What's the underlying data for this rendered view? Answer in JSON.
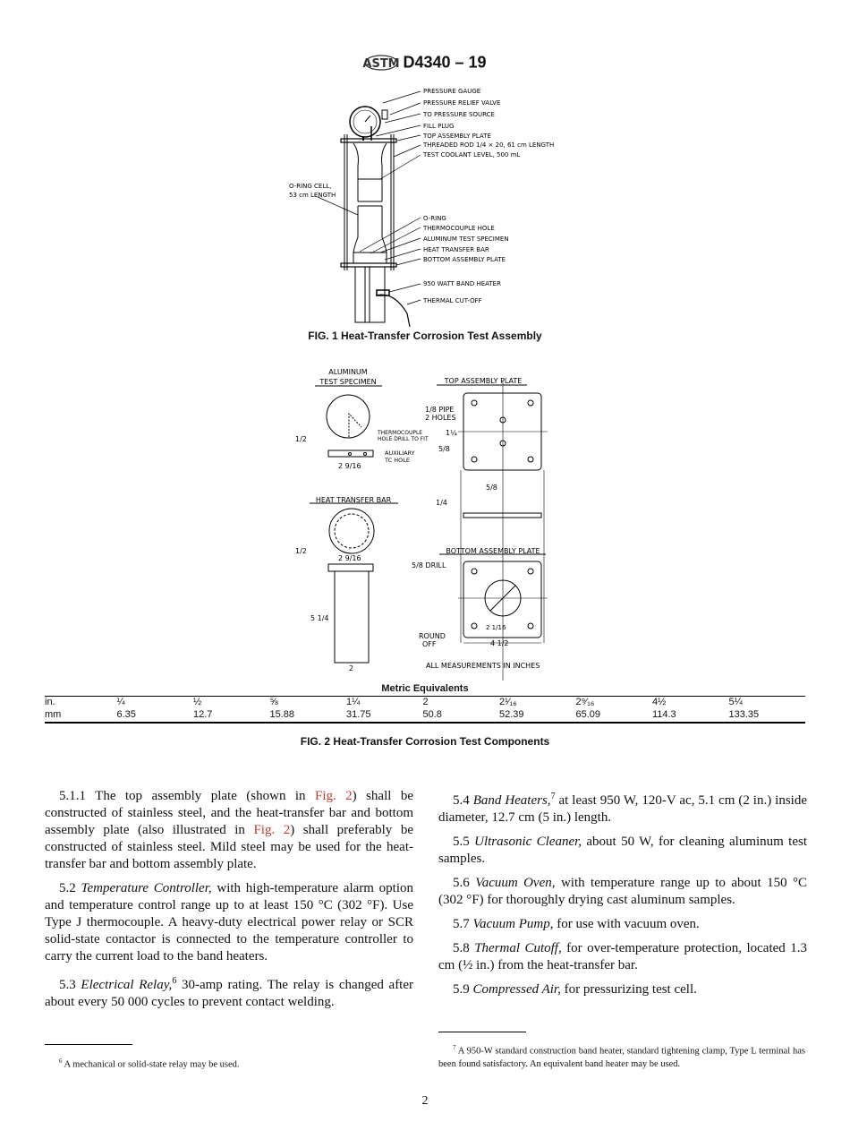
{
  "header": {
    "logo": "ASTM",
    "designation": "D4340 – 19"
  },
  "fig1": {
    "caption": "FIG. 1  Heat-Transfer Corrosion Test Assembly",
    "labels": [
      "PRESSURE GAUGE",
      "PRESSURE RELIEF VALVE",
      "TO PRESSURE SOURCE",
      "FILL PLUG",
      "TOP ASSEMBLY PLATE",
      "THREADED ROD 1/4 × 20, 61 cm LENGTH",
      "TEST COOLANT LEVEL, 500 mL",
      "O-RING",
      "THERMOCOUPLE HOLE",
      "ALUMINUM TEST SPECIMEN",
      "HEAT TRANSFER BAR",
      "BOTTOM ASSEMBLY PLATE",
      "950 WATT BAND HEATER",
      "THERMAL CUT-OFF"
    ],
    "cell_label": [
      "O-RING CELL,",
      "53 cm LENGTH"
    ]
  },
  "fig2": {
    "caption": "FIG. 2  Heat-Transfer Corrosion Test Components",
    "specimen_title": [
      "ALUMINUM",
      "TEST SPECIMEN"
    ],
    "tc_hole": [
      "THERMOCOUPLE",
      "HOLE DRILL TO FIT"
    ],
    "aux_hole": [
      "AUXILIARY",
      "TC HOLE"
    ],
    "dim_half": "1/2",
    "dim_2916": "2 9/16",
    "bar_title": "HEAT TRANSFER BAR",
    "dim_514": "5 1/4",
    "dim_2": "2",
    "top_plate_title": "TOP ASSEMBLY PLATE",
    "pipe": [
      "1/8 PIPE",
      "2 HOLES"
    ],
    "dim_114": "1¼",
    "dim_58": "5/8",
    "dim_14": "1/4",
    "bottom_plate_title": "BOTTOM ASSEMBLY PLATE",
    "drill": "5/8 DRILL",
    "dim_2116": "2 1/16",
    "round_off": [
      "ROUND",
      "OFF"
    ],
    "dim_412": "4 1/2",
    "note": "ALL MEASUREMENTS IN INCHES"
  },
  "metric": {
    "title": "Metric Equivalents",
    "rows": [
      [
        "in.",
        "¼",
        "½",
        "⅝",
        "1¼",
        "2",
        "2¹⁄₁₆",
        "2⁹⁄₁₆",
        "4½",
        "5¼"
      ],
      [
        "mm",
        "6.35",
        "12.7",
        "15.88",
        "31.75",
        "50.8",
        "52.39",
        "65.09",
        "114.3",
        "133.35"
      ]
    ]
  },
  "left_col": {
    "p1": {
      "a": "5.1.1 The top assembly plate (shown in ",
      "r1": "Fig. 2",
      "b": ") shall be constructed of stainless steel, and the heat-transfer bar and bottom assembly plate (also illustrated in ",
      "r2": "Fig. 2",
      "c": ") shall preferably be constructed of stainless steel. Mild steel may be used for the heat-transfer bar and bottom assembly plate."
    },
    "p2": {
      "num": "5.2 ",
      "term": "Temperature Controller,",
      "text": " with high-temperature alarm option and temperature control range up to at least 150 °C (302 °F). Use Type J thermocouple. A heavy-duty electrical power relay or SCR solid-state contactor is connected to the temperature controller to carry the current load to the band heaters."
    },
    "p3": {
      "num": "5.3 ",
      "term": "Electrical Relay,",
      "sup": "6",
      "text": " 30-amp rating. The relay is changed after about every 50 000 cycles to prevent contact welding."
    },
    "footnote": {
      "sup": "6",
      "text": " A mechanical or solid-state relay may be used."
    }
  },
  "right_col": {
    "p4": {
      "num": "5.4 ",
      "term": "Band Heaters,",
      "sup": "7",
      "text": " at least 950 W, 120-V ac, 5.1 cm (2 in.) inside diameter, 12.7 cm (5 in.) length."
    },
    "p5": {
      "num": "5.5 ",
      "term": "Ultrasonic Cleaner,",
      "text": "  about 50 W, for cleaning aluminum test samples."
    },
    "p6": {
      "num": "5.6 ",
      "term": "Vacuum Oven,",
      "text": "  with temperature range up to about 150 °C (302 °F) for thoroughly drying cast aluminum samples."
    },
    "p7": {
      "num": "5.7 ",
      "term": "Vacuum Pump,",
      "text": "  for use with vacuum oven."
    },
    "p8": {
      "num": "5.8 ",
      "term": "Thermal Cutoff,",
      "text": "  for over-temperature protection, located 1.3 cm (½ in.) from the heat-transfer bar."
    },
    "p9": {
      "num": "5.9 ",
      "term": "Compressed Air,",
      "text": "  for pressurizing test cell."
    },
    "footnote": {
      "sup": "7",
      "text": " A 950-W standard construction band heater, standard tightening clamp, Type L terminal has been found satisfactory. An equivalent band heater may be used."
    }
  },
  "page_number": "2"
}
